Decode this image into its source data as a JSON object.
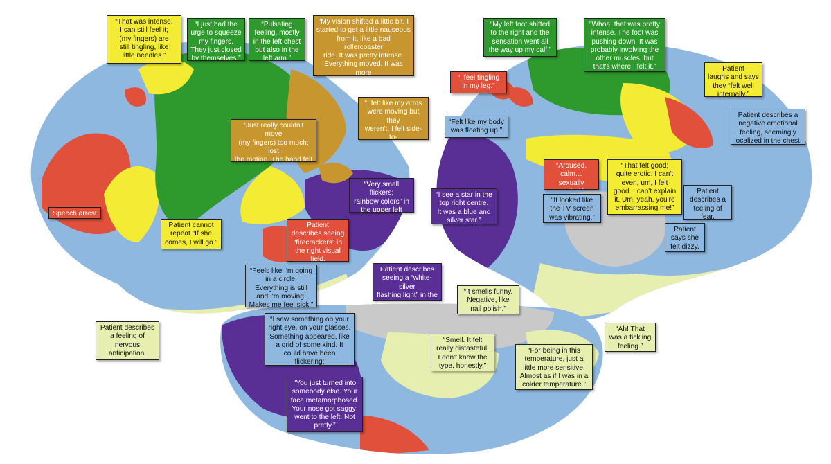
{
  "colors": {
    "green": "#2e9a2e",
    "yellow": "#f4ec34",
    "ochre": "#c8962e",
    "red": "#e0503a",
    "blue": "#8fb8e0",
    "purple": "#5a2f95",
    "cream": "#e6efb0",
    "gray": "#c9c9c9"
  },
  "callouts": [
    {
      "id": "that-was-intense",
      "color": "yellow",
      "text": "“That was intense.\nI can still feel it;\n(my fingers) are\nstill tingling, like\nlittle needles.”"
    },
    {
      "id": "urge-to-squeeze",
      "color": "green",
      "text": "“I just had the\nurge to squeeze\nmy fingers.\nThey just closed\nby themselves.”"
    },
    {
      "id": "pulsating-feeling",
      "color": "green",
      "text": "“Pulsating\nfeeling, mostly\nin the left chest\nbut also in the\nleft arm.”"
    },
    {
      "id": "vision-shifted",
      "color": "ochre",
      "text": "“My vision shifted a little bit. I\nstarted to get a little nauseous\nfrom it, like a bad rollercoaster\nride. It was pretty intense.\nEverything moved. It was more\nhorizontal back and forth. It\nwasn't wavy.”"
    },
    {
      "id": "arms-moving",
      "color": "ochre",
      "text": "“I felt like my arms\nwere moving but they\nweren't. I felt side-to-\nside movements, like\nfloating in the air.”"
    },
    {
      "id": "couldnt-move",
      "color": "ochre",
      "text": "“Just really couldn't move\n(my fingers) too much; lost\nthe motion. The hand felt a\nlittle tight, but the thumb\nwas out of commission.”"
    },
    {
      "id": "speech-arrest",
      "color": "red",
      "text": "Speech arrest"
    },
    {
      "id": "cannot-repeat",
      "color": "yellow",
      "text": "Patient cannot\nrepeat “If she\ncomes, I will go.”"
    },
    {
      "id": "firecrackers",
      "color": "red",
      "text": "Patient\ndescribes seeing\n“firecrackers” in\nthe right visual\nfield."
    },
    {
      "id": "small-flickers",
      "color": "purple",
      "text": "“Very small flickers;\nrainbow colors” in\nthe upper left visual\nfield."
    },
    {
      "id": "going-in-circle",
      "color": "blue",
      "text": "“Feels like I'm going\nin a circle.\nEverything is still\nand I'm moving.\nMakes me feel sick.”"
    },
    {
      "id": "nervous-anticipation",
      "color": "cream",
      "text": "Patient describes\na feeling of\nnervous\nanticipation."
    },
    {
      "id": "left-foot-shifted",
      "color": "green",
      "text": "“My left foot shifted\nto the right and the\nsensation went all\nthe way up my calf.”"
    },
    {
      "id": "whoa-intense",
      "color": "green",
      "text": "“Whoa, that was pretty\nintense. The foot was\npushing down. It was\nprobably involving the\nother muscles, but\nthat's where I felt it.”"
    },
    {
      "id": "tingling-leg",
      "color": "red",
      "text": "“I feel tingling\nin my leg.”"
    },
    {
      "id": "felt-well",
      "color": "yellow",
      "text": "Patient\nlaughs and says\nthey “felt well\ninternally.”"
    },
    {
      "id": "body-floating",
      "color": "blue",
      "text": "“Felt like my body\nwas floating up.”"
    },
    {
      "id": "negative-emotional",
      "color": "blue",
      "text": "Patient describes a\nnegative emotional\nfeeling, seemingly\nlocalized in the chest."
    },
    {
      "id": "aroused-calm",
      "color": "red",
      "text": "“Aroused,\ncalm… sexually\nexcited.”"
    },
    {
      "id": "felt-good",
      "color": "yellow",
      "text": "“That felt good;\nquite erotic. I can't\neven, um, I felt\ngood. I can't explain\nit. Um, yeah, you're\nembarrassing me!”"
    },
    {
      "id": "feeling-of-fear",
      "color": "blue",
      "text": "Patient\ndescribes a\nfeeling of\nfear."
    },
    {
      "id": "star-top-right",
      "color": "purple",
      "text": "“I see a star in the\ntop right centre.\nIt was a blue and\nsilver star.”"
    },
    {
      "id": "tv-screen",
      "color": "blue",
      "text": "“It looked like\nthe TV screen\nwas vibrating.”"
    },
    {
      "id": "felt-dizzy",
      "color": "blue",
      "text": "Patient\nsays she\nfelt dizzy."
    },
    {
      "id": "white-silver-light",
      "color": "purple",
      "text": "Patient describes\nseeing a “white-silver\nflashing light” in the\ncentral visual field."
    },
    {
      "id": "smells-funny",
      "color": "cream",
      "text": "“It smells funny.\nNegative, like\nnail polish.”"
    },
    {
      "id": "tickling-feeling",
      "color": "cream",
      "text": "“Ah! That\nwas a tickling\nfeeling.”"
    },
    {
      "id": "something-right-eye",
      "color": "blue",
      "text": "“I saw something on your\nright eye, on your glasses.\nSomething appeared, like\na grid of some kind. It\ncould have been flickering;\nmaybe lights.”"
    },
    {
      "id": "smell-distasteful",
      "color": "cream",
      "text": "“Smell. It felt\nreally distasteful.\nI don't know the\ntype, honestly.”"
    },
    {
      "id": "colder-temperature",
      "color": "cream",
      "text": "“For being in this\ntemperature, just a\nlittle more sensitive.\nAlmost as if I was in a\ncolder temperature.”"
    },
    {
      "id": "turned-into-somebody",
      "color": "purple",
      "text": "“You just turned into\nsomebody else. Your\nface metamorphosed.\nYour nose got saggy;\nwent to the left. Not\npretty.”"
    }
  ]
}
